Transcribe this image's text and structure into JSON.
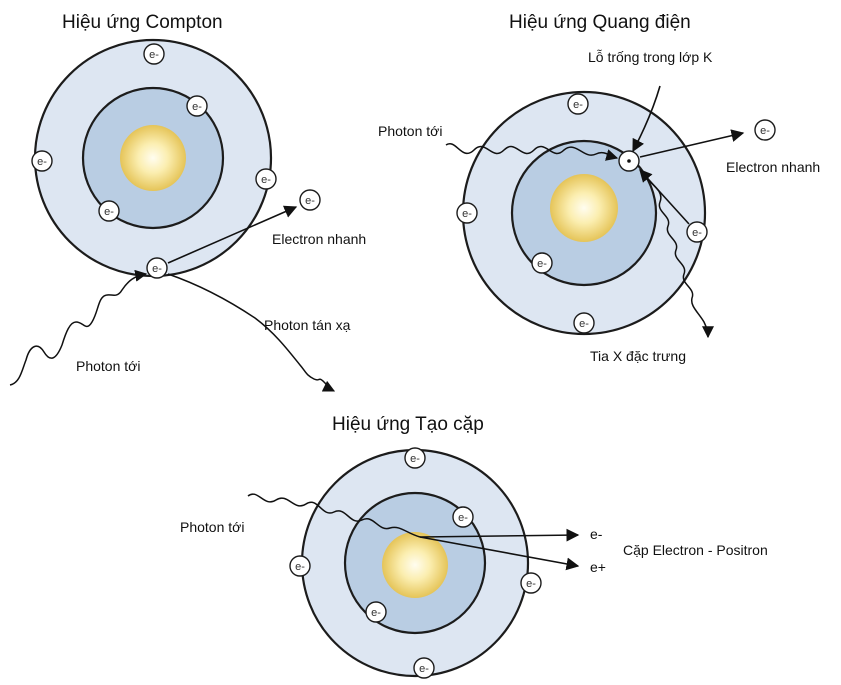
{
  "compton": {
    "title": "Hiệu ứng Compton",
    "incident_label": "Photon tới",
    "fast_electron_label": "Electron nhanh",
    "scattered_label": "Photon tán xạ"
  },
  "photoelectric": {
    "title": "Hiệu ứng Quang điện",
    "hole_label": "Lỗ trống trong lớp K",
    "incident_label": "Photon tới",
    "fast_electron_label": "Electron nhanh",
    "xray_label": "Tia X đặc trưng"
  },
  "pair": {
    "title": "Hiệu ứng Tạo cặp",
    "incident_label": "Photon tới",
    "electron_label": "e-",
    "positron_label": "e+",
    "pair_label": "Cặp Electron - Positron"
  },
  "electron_symbol": "e-",
  "colors": {
    "outer_shell": "#dde6f2",
    "inner_shell": "#b9cde3",
    "nucleus_center": "#fffbe8",
    "nucleus_edge": "#e8c860"
  }
}
